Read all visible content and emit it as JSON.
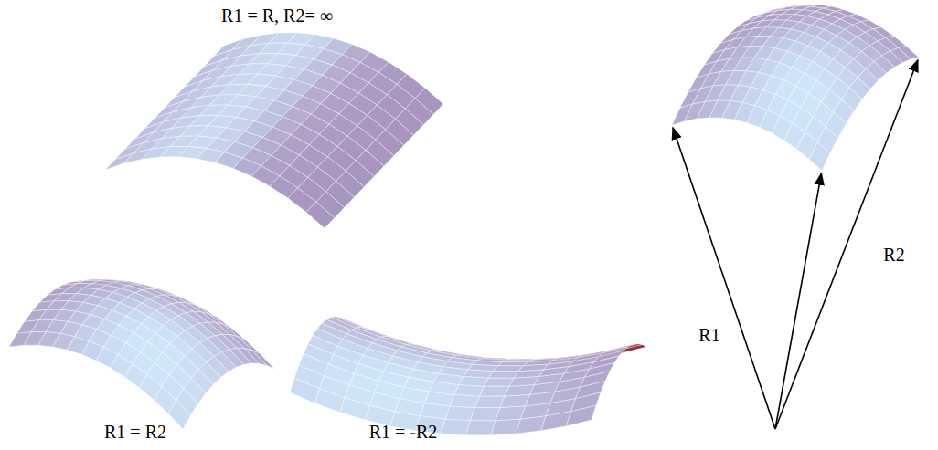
{
  "diagram": {
    "labels": [
      "R1 = R, R2= ∞",
      "R1 = R2",
      "R1 = -R2",
      "R1",
      "R2"
    ]
  }
}
